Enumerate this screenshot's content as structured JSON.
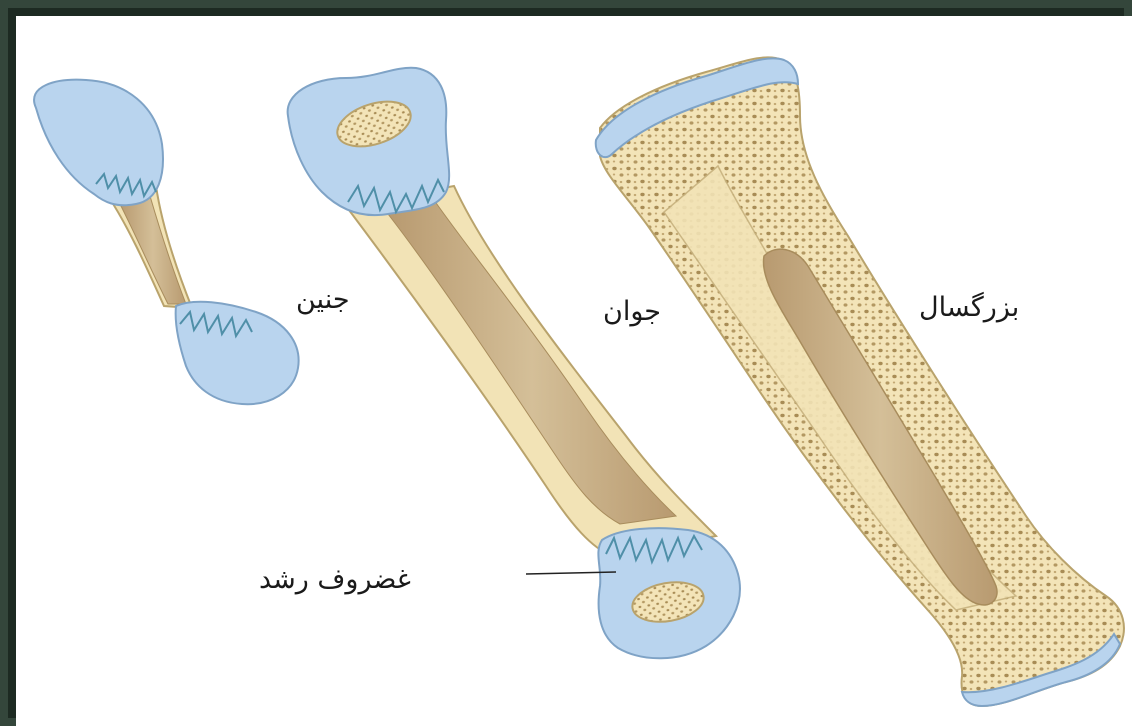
{
  "labels": {
    "fetal": "جنین",
    "young": "جوان",
    "adult": "بزرگسال",
    "growth_cartilage": "غضروف رشد"
  },
  "colors": {
    "cartilage": "#b9d4ee",
    "cartilage_outline": "#7fa3c6",
    "compact_bone": "#f2e3b6",
    "bone_outline": "#b9a36c",
    "marrow_cavity": "#c9b08a",
    "spongy_dots": "#9f8450",
    "frame": "#2b3b31"
  }
}
